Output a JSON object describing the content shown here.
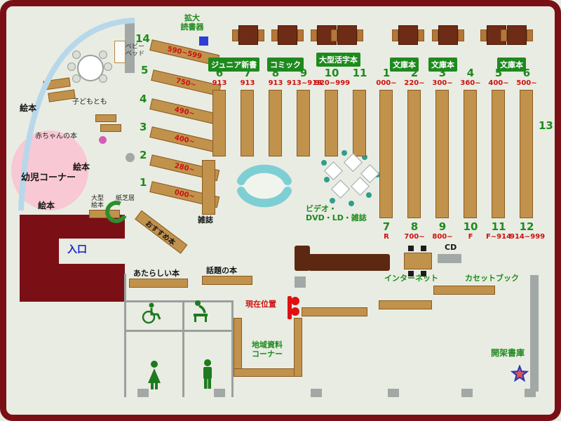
{
  "colors": {
    "accent_green": "#1e8a1e",
    "accent_red": "#cc1111",
    "accent_blue": "#1828cc",
    "wall_maroon": "#7a1016",
    "shelf_brown": "#c1924c",
    "counter_brown": "#5c2812",
    "bench_cyan": "#7ecfd4",
    "area_pink": "#f8c8d4"
  },
  "top": {
    "magnifier": "拡大\n読書器",
    "sections": [
      "ジュニア新書",
      "コミック",
      "大型活字本",
      "文庫本",
      "文庫本",
      "文庫本"
    ]
  },
  "left_shelves": [
    {
      "num": "14",
      "range": "590~599"
    },
    {
      "num": "5",
      "range": "750~"
    },
    {
      "num": "4",
      "range": "490~"
    },
    {
      "num": "3",
      "range": "400~"
    },
    {
      "num": "2",
      "range": "280~"
    },
    {
      "num": "1",
      "range": "000~"
    }
  ],
  "center_shelves": [
    {
      "num": "6",
      "range": "913"
    },
    {
      "num": "7",
      "range": "913"
    },
    {
      "num": "8",
      "range": "913"
    },
    {
      "num": "9",
      "range": "913~919"
    },
    {
      "num": "10",
      "range": "920~999"
    },
    {
      "num": "11",
      "range": ""
    }
  ],
  "right_shelves_top": [
    {
      "num": "1",
      "range": "000~"
    },
    {
      "num": "2",
      "range": "220~"
    },
    {
      "num": "3",
      "range": "300~"
    },
    {
      "num": "4",
      "range": "360~"
    },
    {
      "num": "5",
      "range": "400~"
    },
    {
      "num": "6",
      "range": "500~"
    }
  ],
  "right_shelves_bottom": [
    {
      "num": "7",
      "range": "R"
    },
    {
      "num": "8",
      "range": "700~"
    },
    {
      "num": "9",
      "range": "800~"
    },
    {
      "num": "10",
      "range": "F"
    },
    {
      "num": "11",
      "range": "F~914"
    },
    {
      "num": "12",
      "range": "914~999"
    }
  ],
  "shelf_13": "13",
  "kids": {
    "picture_books_top": "絵本",
    "picture_books_mid": "絵本",
    "picture_books_bottom": "絵本",
    "baby_books": "赤ちゃんの本",
    "toddler_corner": "幼児コーナー",
    "kodomo_no_tomo": "子どもとも",
    "baby_bed": "ベビー\nベッド",
    "large_picture_books": "大型\n絵本",
    "kamishibai": "紙芝居",
    "recommended": "おすすめ本"
  },
  "areas": {
    "magazines": "雑誌",
    "av": "ビデオ・\nDVD・LD・雑誌",
    "cd": "CD",
    "internet": "インターネット",
    "cassette_books": "カセットブック",
    "new_books": "あたらしい本",
    "topical_books": "話題の本",
    "current_location": "現在位置",
    "local_materials": "地域資料\nコーナー",
    "open_stacks": "開架書庫",
    "entrance": "入口"
  }
}
